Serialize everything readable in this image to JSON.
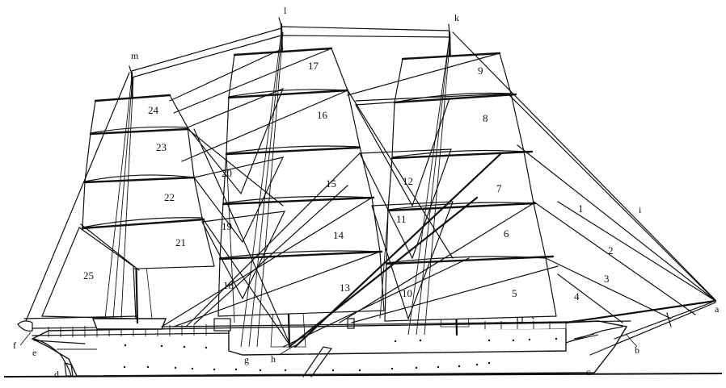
{
  "diagram": {
    "type": "sail-plan",
    "subject": "three-masted full-rigged sailing ship, side elevation",
    "sail_labels": {
      "s1": "1",
      "s2": "2",
      "s3": "3",
      "s4": "4",
      "s5": "5",
      "s6": "6",
      "s7": "7",
      "s8": "8",
      "s9": "9",
      "s10": "10",
      "s11": "11",
      "s12": "12",
      "s13": "13",
      "s14": "14",
      "s15": "15",
      "s16": "16",
      "s17": "17",
      "s18": "18",
      "s19": "19",
      "s20": "20",
      "s21": "21",
      "s22": "22",
      "s23": "23",
      "s24": "24",
      "s25": "25"
    },
    "point_labels": {
      "a": "a",
      "b": "b",
      "c": "c",
      "d": "d",
      "e": "e",
      "f": "f",
      "g": "g",
      "h": "h",
      "i": "i",
      "k": "k",
      "l": "l",
      "m": "m"
    },
    "line_color": "#111111",
    "background": "#ffffff"
  }
}
